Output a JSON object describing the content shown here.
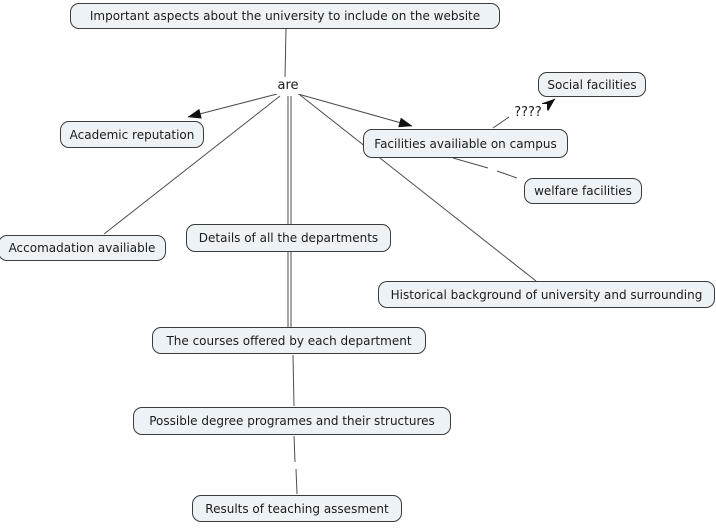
{
  "diagram": {
    "type": "concept-map",
    "nodes": {
      "root": "Important aspects about the university to include on the website",
      "academic_reputation": "Academic reputation",
      "facilities_on_campus": "Facilities availiable on campus",
      "social_facilities": "Social facilities",
      "welfare_facilities": "welfare facilities",
      "accommodation": "Accomadation availiable",
      "details_departments": "Details of all the departments",
      "historical_background": "Historical background of university and surrounding",
      "courses_offered": "The courses offered by each department",
      "degree_programmes": "Possible degree programes and their structures",
      "teaching_assessment": "Results of teaching assesment"
    },
    "link_labels": {
      "are": "are",
      "question_marks": "????"
    },
    "edges": [
      {
        "from": "root",
        "to": "are",
        "arrow": false,
        "style": "solid"
      },
      {
        "from": "are",
        "to": "academic_reputation",
        "arrow": true,
        "style": "solid"
      },
      {
        "from": "are",
        "to": "facilities_on_campus",
        "arrow": true,
        "style": "solid"
      },
      {
        "from": "are",
        "to": "accommodation",
        "arrow": false,
        "style": "solid"
      },
      {
        "from": "are",
        "to": "details_departments",
        "arrow": false,
        "style": "solid"
      },
      {
        "from": "are",
        "to": "courses_offered",
        "arrow": false,
        "style": "solid"
      },
      {
        "from": "are",
        "to": "historical_background",
        "arrow": false,
        "style": "solid"
      },
      {
        "from": "courses_offered",
        "to": "degree_programmes",
        "arrow": false,
        "style": "solid"
      },
      {
        "from": "degree_programmes",
        "to": "teaching_assessment",
        "arrow": false,
        "style": "broken"
      },
      {
        "from": "facilities_on_campus",
        "to": "welfare_facilities",
        "arrow": false,
        "style": "dashed"
      },
      {
        "from": "facilities_on_campus",
        "to": "question_marks",
        "arrow": false,
        "style": "solid"
      },
      {
        "from": "question_marks",
        "to": "social_facilities",
        "arrow": true,
        "style": "solid"
      }
    ],
    "colors": {
      "background": "#ffffff",
      "node_fill": "#edf2f6",
      "node_border": "#3b3b3b",
      "line": "#4d4d4d",
      "arrowhead": "#111111",
      "text": "#1c1c1c"
    }
  }
}
